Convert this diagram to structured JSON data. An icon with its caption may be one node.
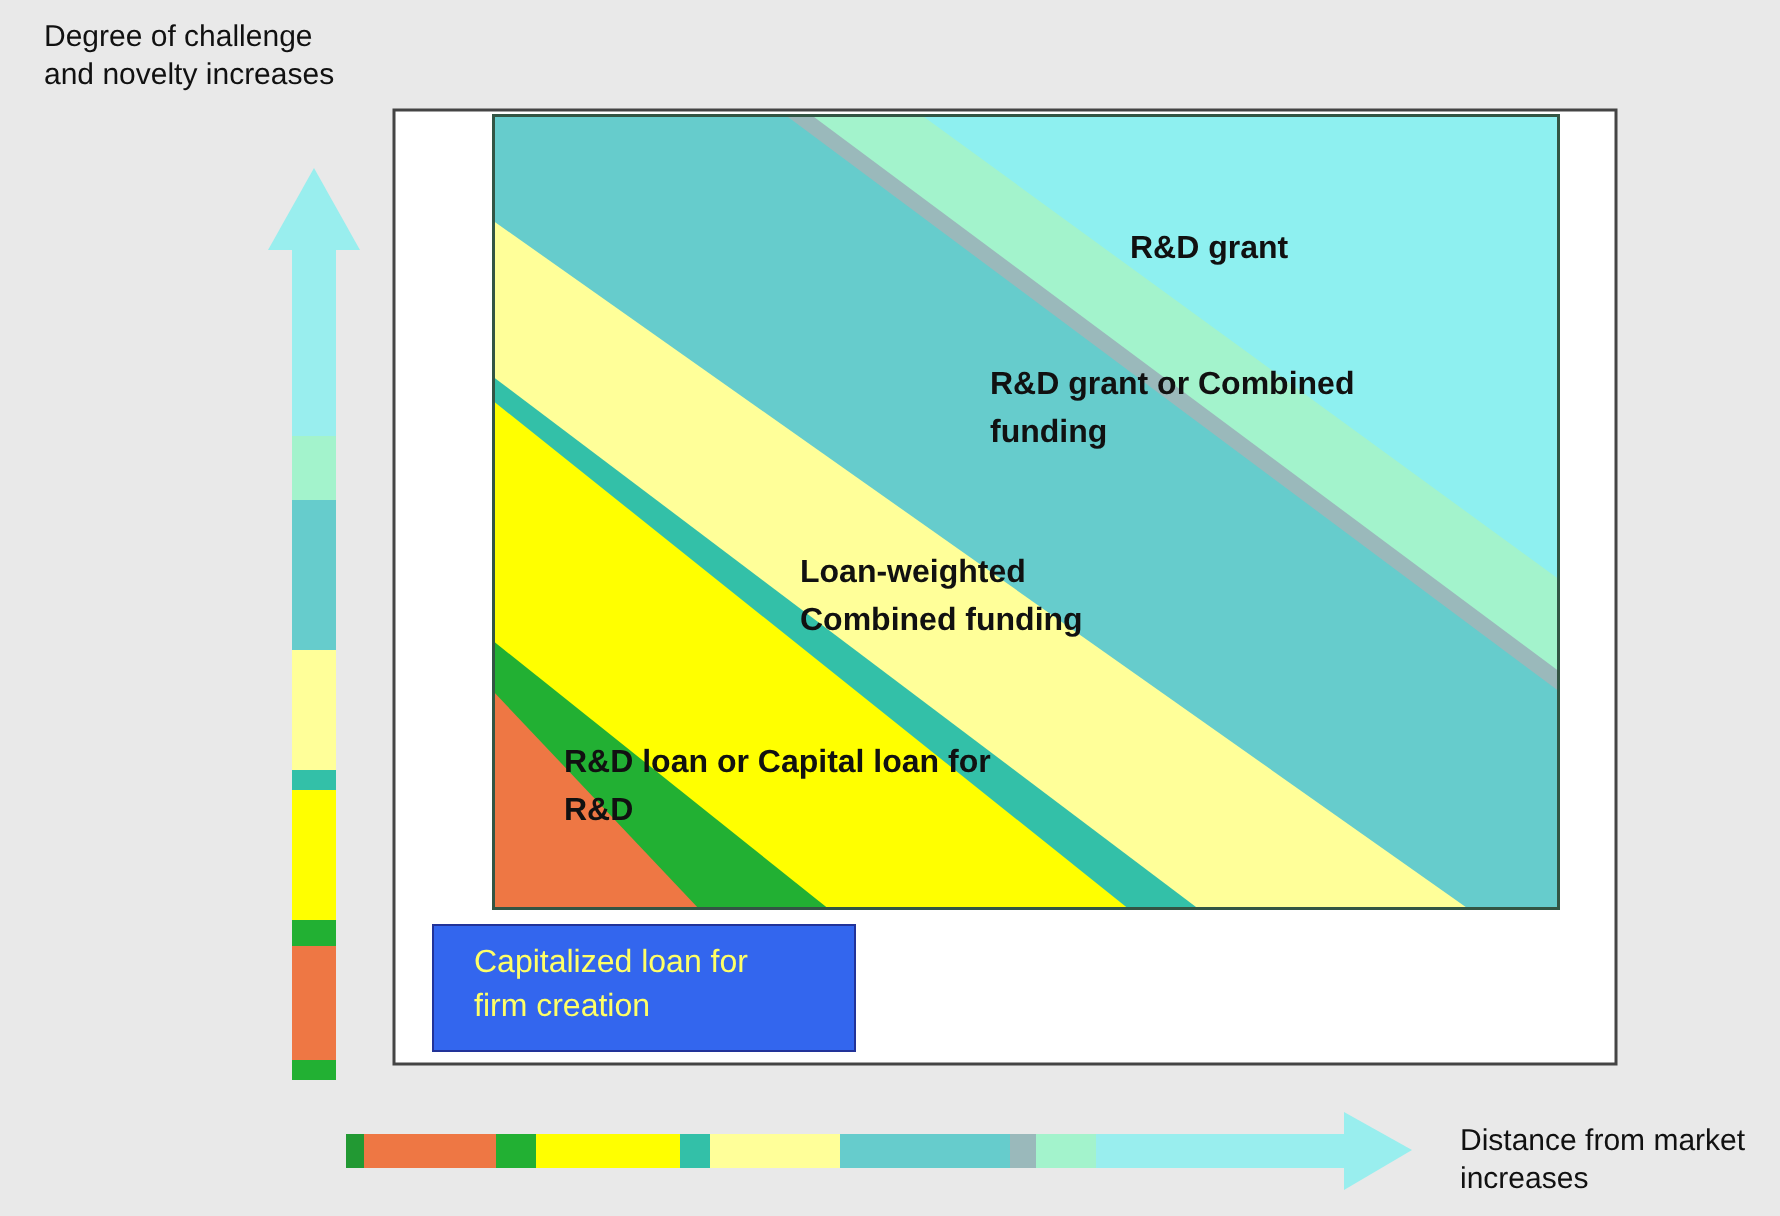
{
  "diagram": {
    "nodes": [
      {
        "text": [
          "R&D grant"
        ]
      },
      {
        "text": [
          "R&D grant or Combined funding"
        ]
      },
      {
        "text": [
          "Loan-weighted Combined funding"
        ]
      },
      {
        "text": [
          "R&D loan or Capital loan for R&D"
        ]
      },
      {
        "text": [
          "Capitalized loan for firm creation"
        ]
      }
    ],
    "labels": [
      "Degree of challenge and novelty increases",
      "Distance from market increases"
    ]
  }
}
